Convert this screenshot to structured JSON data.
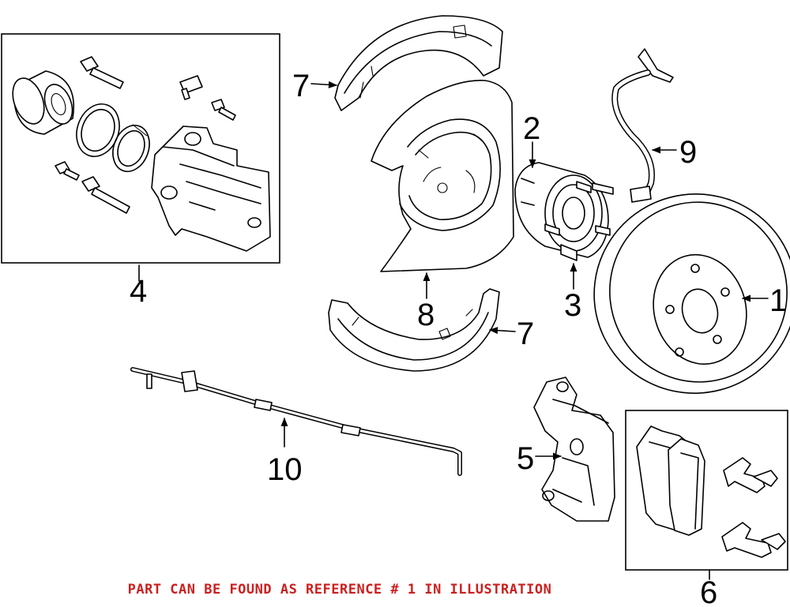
{
  "colors": {
    "footnote": "#cc1f1f",
    "line": "#000000",
    "background": "#ffffff"
  },
  "callouts": {
    "c1": "1",
    "c2": "2",
    "c3": "3",
    "c4": "4",
    "c5": "5",
    "c6": "6",
    "c7_top": "7",
    "c7_bottom": "7",
    "c8": "8",
    "c9": "9",
    "c10": "10"
  },
  "footnote": "PART CAN BE FOUND AS REFERENCE # 1 IN ILLUSTRATION"
}
